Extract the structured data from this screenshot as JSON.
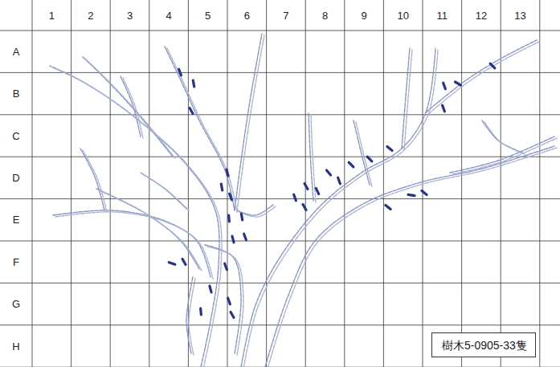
{
  "diagram": {
    "nodes": [
      {
        "text": [
          "樹木5-0905-33隻"
        ]
      }
    ],
    "labels": [
      "1",
      "2",
      "3",
      "4",
      "5",
      "6",
      "7",
      "8",
      "9",
      "10",
      "11",
      "12",
      "13",
      "A",
      "B",
      "C",
      "D",
      "E",
      "F",
      "G",
      "H"
    ]
  }
}
